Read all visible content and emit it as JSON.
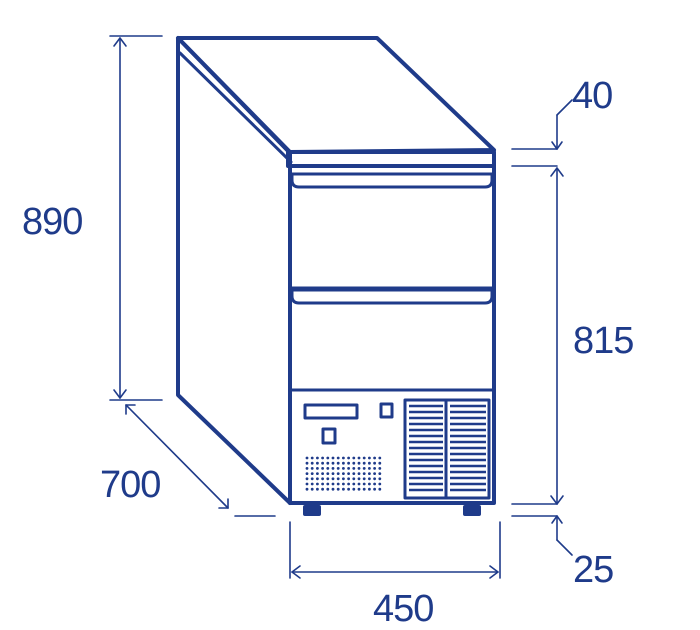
{
  "dimensions": {
    "total_height": "890",
    "depth": "700",
    "width": "450",
    "top_thickness": "40",
    "body_height": "815",
    "feet_height": "25"
  },
  "colors": {
    "line": "#1f3b8a",
    "background": "#ffffff"
  }
}
